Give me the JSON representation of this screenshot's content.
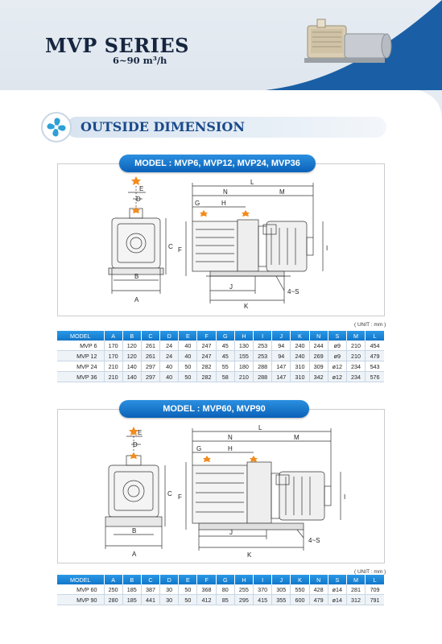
{
  "header": {
    "series_title": "MVP SERIES",
    "capacity_range": "6~90 m³/h"
  },
  "section": {
    "title": "OUTSIDE DIMENSION"
  },
  "drawings": {
    "small": {
      "model_label": "MODEL : MVP6, MVP12, MVP24, MVP36",
      "labels": {
        "E": "E",
        "D": "D",
        "C": "C",
        "B": "B",
        "A": "A",
        "L": "L",
        "N": "N",
        "M": "M",
        "G": "G",
        "H": "H",
        "F": "F",
        "I": "I",
        "J": "J",
        "K": "K",
        "S": "4~S"
      }
    },
    "large": {
      "model_label": "MODEL : MVP60, MVP90",
      "labels": {
        "E": "E",
        "D": "D",
        "C": "C",
        "B": "B",
        "A": "A",
        "L": "L",
        "N": "N",
        "M": "M",
        "G": "G",
        "H": "H",
        "F": "F",
        "I": "I",
        "J": "J",
        "K": "K",
        "S": "4~S"
      }
    }
  },
  "unit_label": "( UNIT : mm )",
  "table_small": {
    "columns": [
      "MODEL",
      "A",
      "B",
      "C",
      "D",
      "E",
      "F",
      "G",
      "H",
      "I",
      "J",
      "K",
      "N",
      "S",
      "M",
      "L"
    ],
    "rows": [
      [
        "MVP 6",
        "170",
        "120",
        "261",
        "24",
        "40",
        "247",
        "45",
        "130",
        "253",
        "94",
        "240",
        "244",
        "ø9",
        "210",
        "454"
      ],
      [
        "MVP 12",
        "170",
        "120",
        "261",
        "24",
        "40",
        "247",
        "45",
        "155",
        "253",
        "94",
        "240",
        "269",
        "ø9",
        "210",
        "479"
      ],
      [
        "MVP 24",
        "210",
        "140",
        "297",
        "40",
        "50",
        "282",
        "55",
        "180",
        "288",
        "147",
        "310",
        "309",
        "ø12",
        "234",
        "543"
      ],
      [
        "MVP 36",
        "210",
        "140",
        "297",
        "40",
        "50",
        "282",
        "58",
        "210",
        "288",
        "147",
        "310",
        "342",
        "ø12",
        "234",
        "576"
      ]
    ]
  },
  "table_large": {
    "columns": [
      "MODEL",
      "A",
      "B",
      "C",
      "D",
      "E",
      "F",
      "G",
      "H",
      "I",
      "J",
      "K",
      "N",
      "S",
      "M",
      "L"
    ],
    "rows": [
      [
        "MVP 60",
        "250",
        "185",
        "387",
        "30",
        "50",
        "368",
        "80",
        "255",
        "370",
        "305",
        "550",
        "428",
        "ø14",
        "281",
        "709"
      ],
      [
        "MVP 90",
        "280",
        "185",
        "441",
        "30",
        "50",
        "412",
        "85",
        "295",
        "415",
        "355",
        "600",
        "479",
        "ø14",
        "312",
        "791"
      ]
    ]
  },
  "colors": {
    "accent_blue": "#1277c9",
    "title_navy": "#16263f",
    "swoosh_blue": "#1a5fa5"
  },
  "icons": {
    "section_icon": "fan-icon",
    "marker": "star-marker-icon"
  }
}
